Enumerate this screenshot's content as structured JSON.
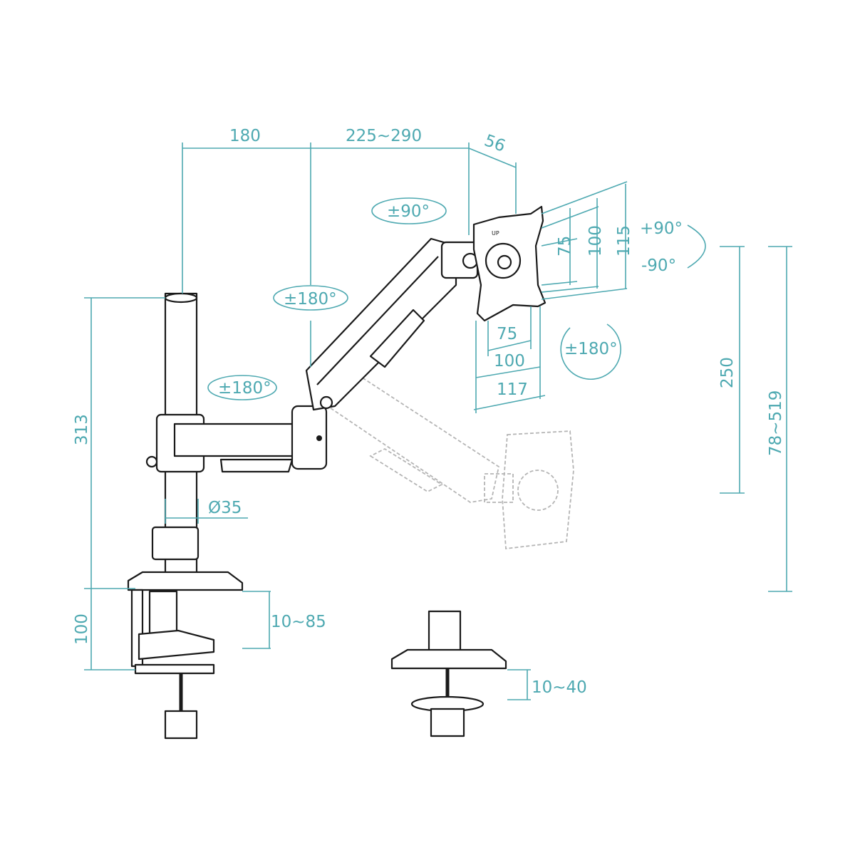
{
  "colors": {
    "dimension": "#4ea9b1",
    "outline": "#1a1a1a",
    "ghost": "#b5b5b5"
  },
  "dimensions": {
    "pole_to_elbow": "180",
    "arm_length": "225~290",
    "head_depth": "56",
    "vesa_h_75": "75",
    "vesa_h_100": "100",
    "plate_h_115": "115",
    "vesa_w_75": "75",
    "vesa_w_100": "100",
    "plate_w_117": "117",
    "pole_height": "313",
    "pole_diameter": "Ø35",
    "clamp_height": "100",
    "clamp_range": "10~85",
    "grommet_range": "10~40",
    "height_travel": "250",
    "height_range": "78~519"
  },
  "rotations": {
    "arm_swivel": "±90°",
    "elbow_swivel": "±180°",
    "base_swivel": "±180°",
    "tilt_up": "+90°",
    "tilt_down": "-90°",
    "rotate": "±180°"
  },
  "plate_marking": "UP"
}
